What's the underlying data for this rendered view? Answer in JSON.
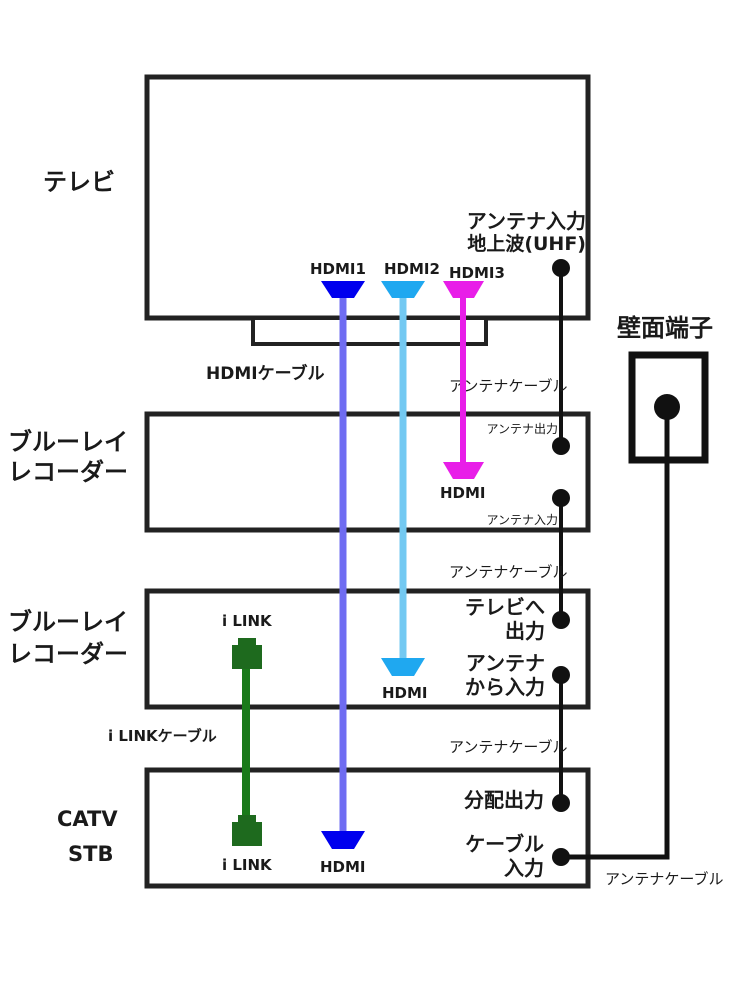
{
  "tv": {
    "label": "テレビ",
    "antenna_in_line1": "アンテナ入力",
    "antenna_in_line2": "地上波(UHF)",
    "hdmi1": "HDMI1",
    "hdmi2": "HDMI2",
    "hdmi3": "HDMI3"
  },
  "wall": {
    "label": "壁面端子"
  },
  "cables": {
    "hdmi": "HDMIケーブル",
    "antenna_1": "アンテナケーブル",
    "antenna_2": "アンテナケーブル",
    "antenna_3": "アンテナケーブル",
    "antenna_wall": "アンテナケーブル",
    "ilink": "i LINKケーブル"
  },
  "recorder1": {
    "label_line1": "ブルーレイ",
    "label_line2": "レコーダー",
    "antenna_out": "アンテナ出力",
    "antenna_in": "アンテナ入力",
    "hdmi": "HDMI"
  },
  "recorder2": {
    "label_line1": "ブルーレイ",
    "label_line2": "レコーダー",
    "ilink": "i LINK",
    "hdmi": "HDMI",
    "tv_out_line1": "テレビへ",
    "tv_out_line2": "出力",
    "antenna_in_line1": "アンテナ",
    "antenna_in_line2": "から入力"
  },
  "stb": {
    "label_line1": "CATV",
    "label_line2": "STB",
    "ilink": "i LINK",
    "hdmi": "HDMI",
    "split_out": "分配出力",
    "cable_in_line1": "ケーブル",
    "cable_in_line2": "入力"
  },
  "colors": {
    "hdmi1": "#0000ee",
    "hdmi1_cable": "#6f6cf2",
    "hdmi2": "#1fa8f0",
    "hdmi2_cable": "#73c9f2",
    "hdmi3": "#e81ee8",
    "ilink": "#1e6a1e",
    "ilink_cable": "#1a7a1a",
    "frame": "#222222"
  }
}
